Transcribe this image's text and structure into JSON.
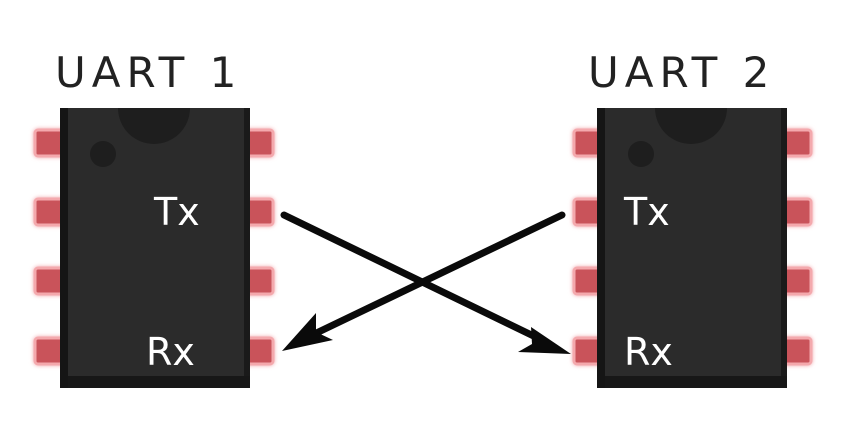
{
  "diagram": {
    "chips": [
      {
        "title": "UART 1",
        "tx_label": "Tx",
        "rx_label": "Rx"
      },
      {
        "title": "UART 2",
        "tx_label": "Tx",
        "rx_label": "Rx"
      }
    ],
    "connections": [
      {
        "from": "UART 1 Tx",
        "to": "UART 2 Rx"
      },
      {
        "from": "UART 2 Tx",
        "to": "UART 1 Rx"
      }
    ],
    "colors": {
      "chip_body": "#2b2b2b",
      "chip_edge": "#1a1a1a",
      "pin_fill": "#c9535a",
      "pin_glow": "#f4a9ad",
      "arrow": "#0a0a0a",
      "title_text": "#222222",
      "pin_label_text": "#ffffff"
    }
  }
}
